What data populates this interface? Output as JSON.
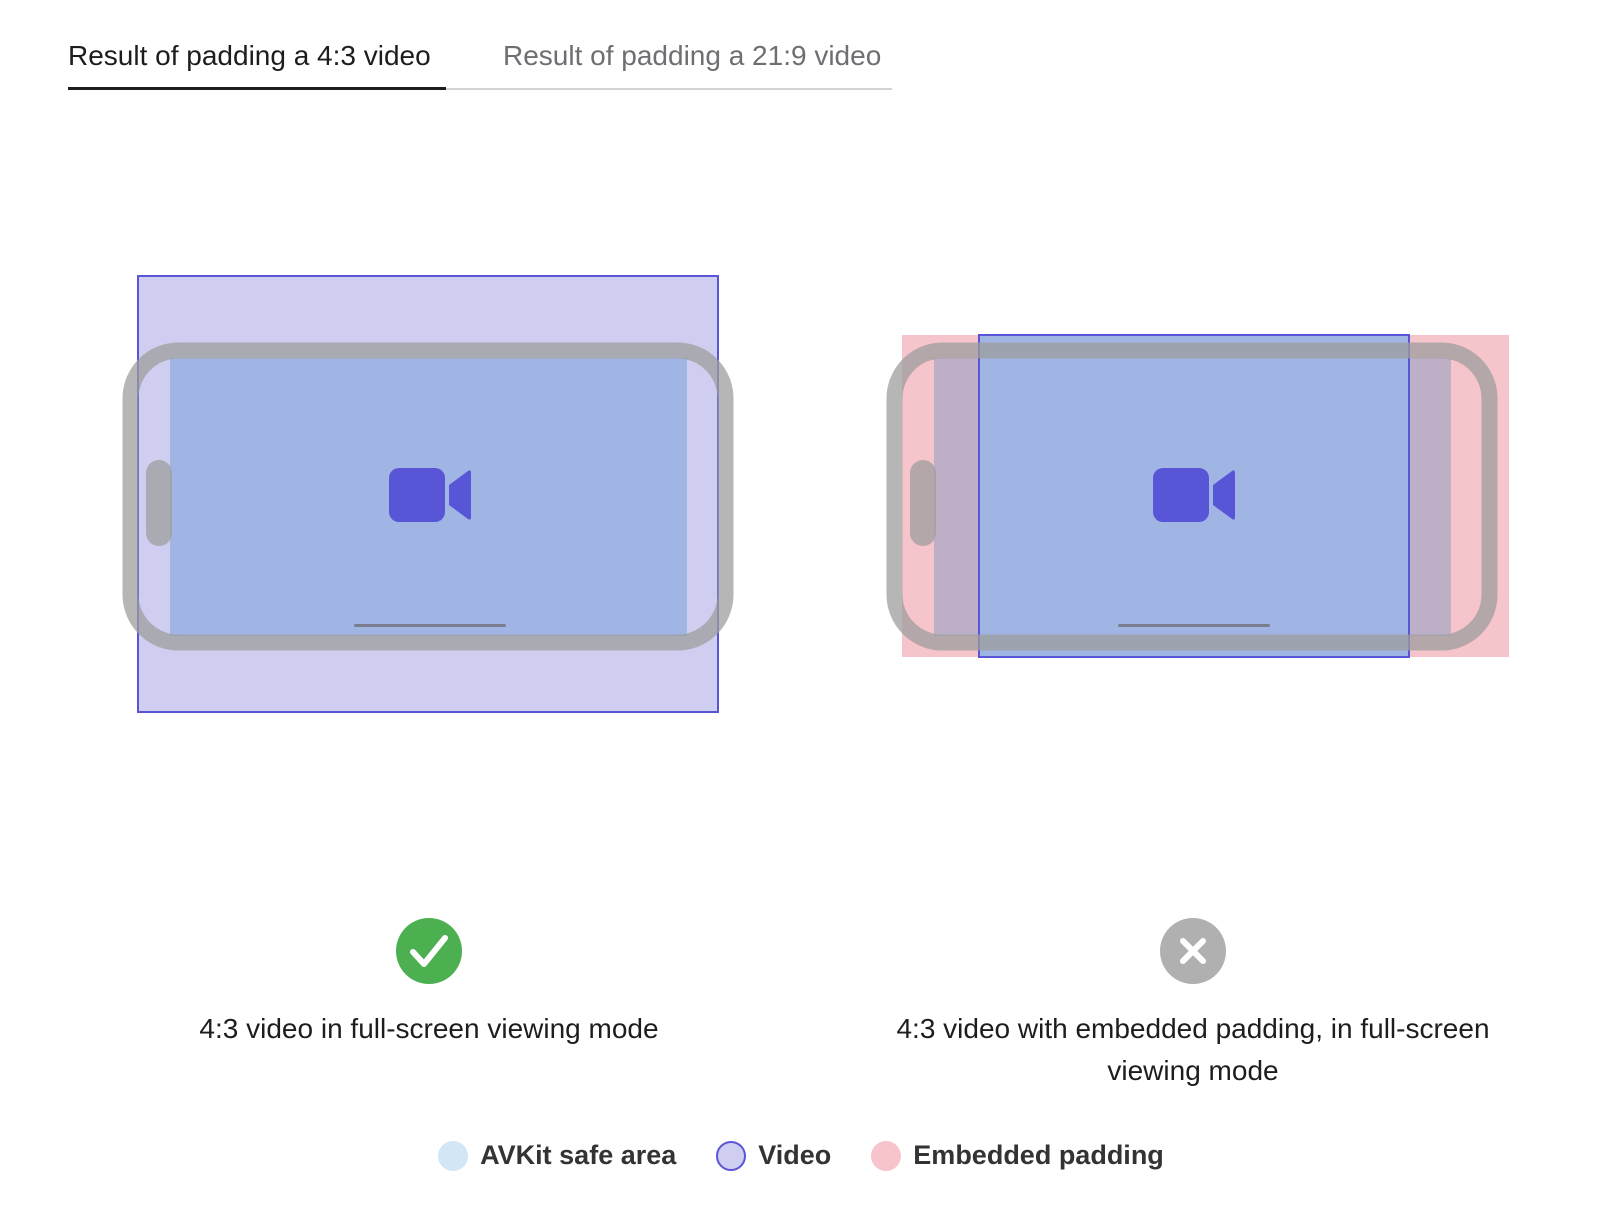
{
  "tabs": [
    {
      "label": "Result of padding a 4:3 video",
      "selected": true
    },
    {
      "label": "Result of padding a 21:9 video",
      "selected": false
    }
  ],
  "panels": [
    {
      "caption": "4:3 video in full-screen viewing mode",
      "status": "correct",
      "status_icon": "checkmark-icon",
      "status_color": "#4caf50"
    },
    {
      "caption": "4:3 video with embedded padding, in full-screen viewing mode",
      "status": "incorrect",
      "status_icon": "x-mark-icon",
      "status_color": "#b0b0b0"
    }
  ],
  "legend": [
    {
      "label": "AVKit safe area",
      "color": "#d2e6f5",
      "border": "none"
    },
    {
      "label": "Video",
      "color": "#cfcdf0",
      "border": "#5856d6"
    },
    {
      "label": "Embedded padding",
      "color": "#f8c4cc",
      "border": "none"
    }
  ],
  "colors": {
    "video_fill": "#cfcdf0",
    "video_border": "#5856d6",
    "safe_area": "#a1b5e5",
    "padding": "#f6c4cb",
    "device_frame": "#9e9e9e",
    "camera_icon": "#5856d6"
  },
  "icons": {
    "camera": "video-camera-icon",
    "device": "iphone-landscape"
  }
}
